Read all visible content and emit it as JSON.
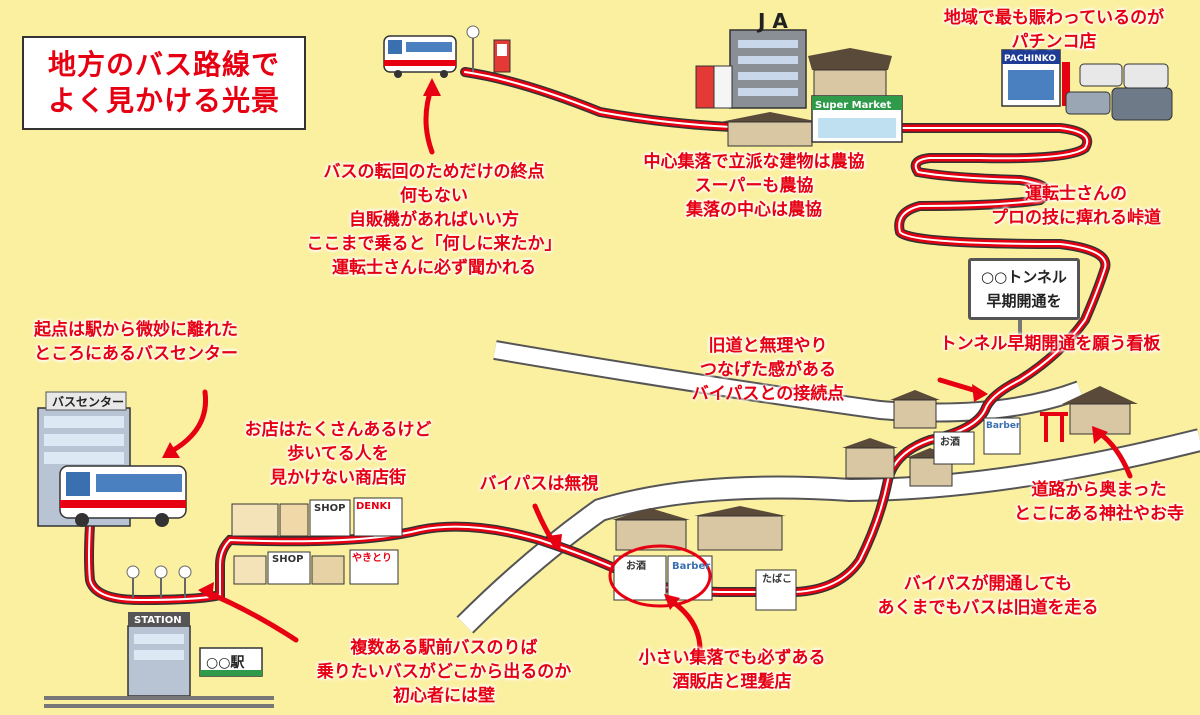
{
  "title": {
    "line1": "地方のバス路線で",
    "line2": "よく見かける光景"
  },
  "annotations": {
    "terminal": [
      "バスの転回のためだけの終点",
      "何もない",
      "自販機があればいい方",
      "ここまで乗ると「何しに来たか」",
      "運転士さんに必ず聞かれる"
    ],
    "ja": [
      "中心集落で立派な建物は農協",
      "スーパーも農協",
      "集落の中心は農協"
    ],
    "pachinko": [
      "地域で最も賑わっているのが",
      "パチンコ店"
    ],
    "pass": [
      "運転士さんの",
      "プロの技に痺れる峠道"
    ],
    "tunnel_sign_note": [
      "トンネル早期開通を願う看板"
    ],
    "old_road": [
      "旧道と無理やり",
      "つなげた感がある",
      "バイパスとの接続点"
    ],
    "bus_center": [
      "起点は駅から微妙に離れた",
      "ところにあるバスセンター"
    ],
    "shopping": [
      "お店はたくさんあるけど",
      "歩いてる人を",
      "見かけない商店街"
    ],
    "bypass_ignore": [
      "バイパスは無視"
    ],
    "shrine": [
      "道路から奥まった",
      "とこにある神社やお寺"
    ],
    "bypass_open": [
      "バイパスが開通しても",
      "あくまでもバスは旧道を走る"
    ],
    "station_stops": [
      "複数ある駅前バスのりば",
      "乗りたいバスがどこから出るのか",
      "初心者には壁"
    ],
    "liquor_barber": [
      "小さい集落でも必ずある",
      "酒販店と理髪店"
    ]
  },
  "tunnel_sign": {
    "line1": "○○トンネル",
    "line2": "早期開通を"
  },
  "labels": {
    "ja": "J A",
    "supermarket": "Super Market",
    "pachinko": "PACHINKO",
    "bus_center": "バスセンター",
    "station": "STATION",
    "station_name": "○○駅",
    "shop1": "SHOP",
    "shop2": "SHOP",
    "denki": "DENKI",
    "yakitori": "やきとり",
    "sake1": "お酒",
    "barber1": "Barber",
    "sake2": "お酒",
    "barber2": "Barber",
    "tabako": "たばこ"
  },
  "colors": {
    "accent": "#e60012",
    "background": "#fbf0a0",
    "road": "#ffffff"
  }
}
